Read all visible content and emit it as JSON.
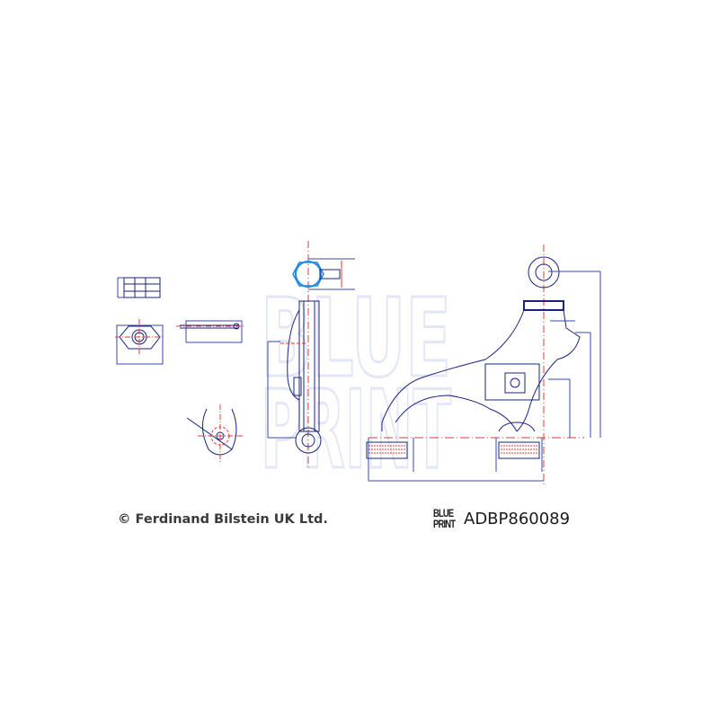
{
  "footer": {
    "copyright": "© Ferdinand Bilstein UK Ltd.",
    "logo_top": "BLUE",
    "logo_bottom": "PRINT",
    "part_number": "ADBP860089"
  },
  "watermark": {
    "line1": "BLUE",
    "line2": "PRINT"
  },
  "colors": {
    "outline": "#1a237e",
    "dimension": "#3949ab",
    "centerline": "#e53935",
    "highlight": "#1e88e5",
    "watermark": "#e3e6f4"
  }
}
